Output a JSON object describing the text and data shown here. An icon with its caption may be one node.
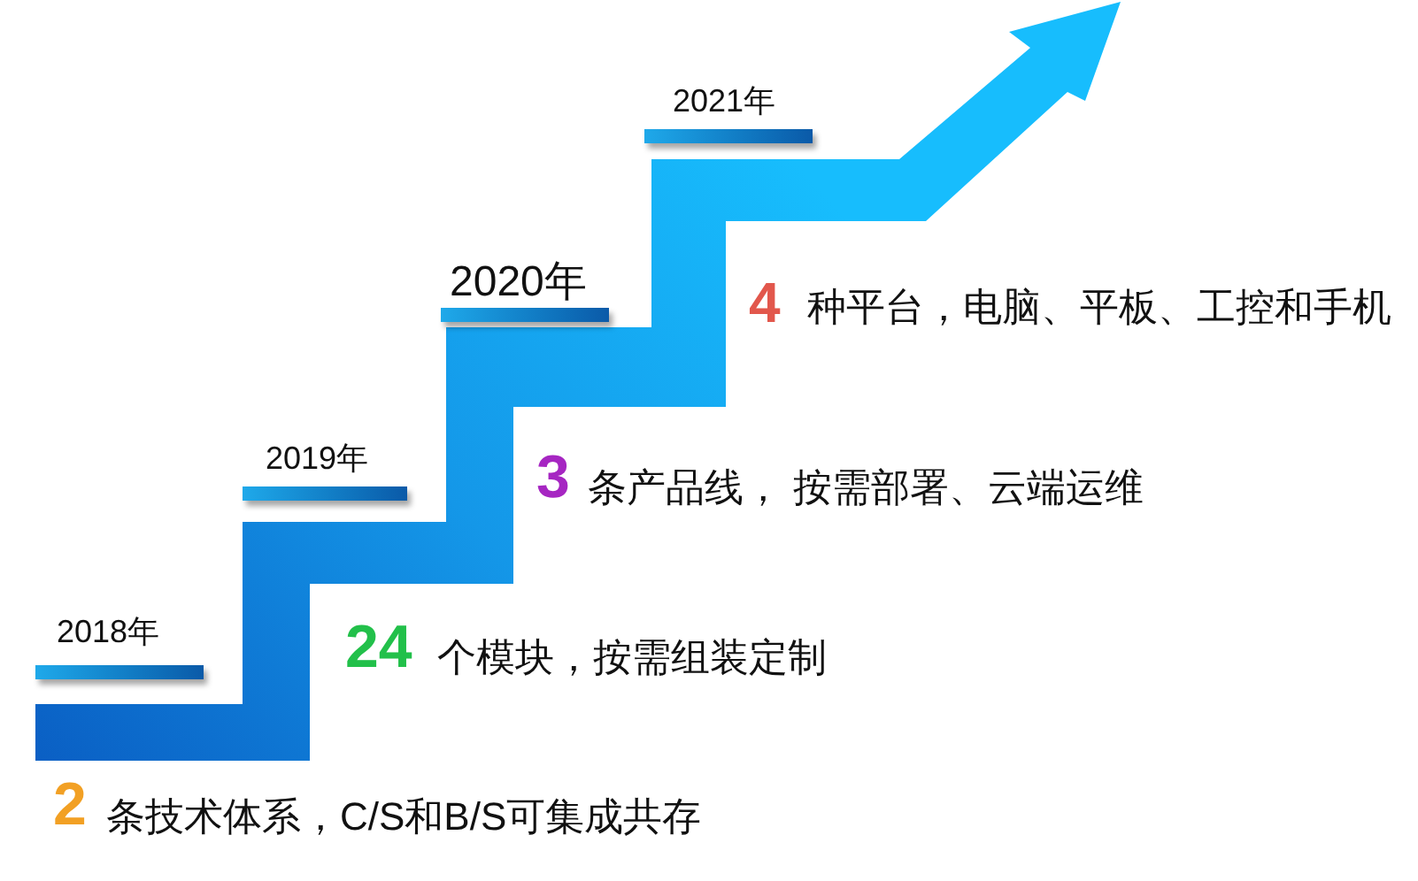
{
  "diagram": {
    "labels": [
      "2021年",
      "4",
      "种平台，电脑、平板、工控和手机",
      "2020年",
      "2019年",
      "3",
      "条产品线， 按需部署、云端运维",
      "2018年",
      "24",
      "个模块，按需组装定制",
      "2",
      "条技术体系，C/S和B/S可集成共存"
    ]
  }
}
